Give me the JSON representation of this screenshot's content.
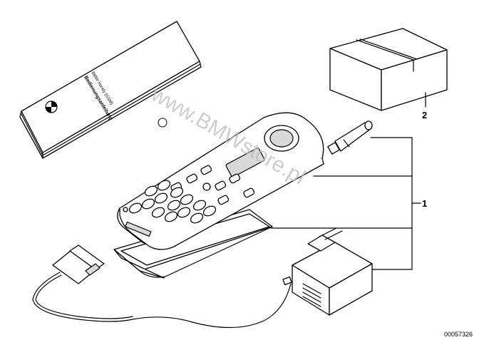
{
  "callouts": {
    "item_1": "1",
    "item_2": "2"
  },
  "diagram_code": "00057326",
  "watermark": "www.BMWstore.pl",
  "manual": {
    "title": "Bedienungsanleitung",
    "subtitle": "BMW Handy (GSM)"
  }
}
